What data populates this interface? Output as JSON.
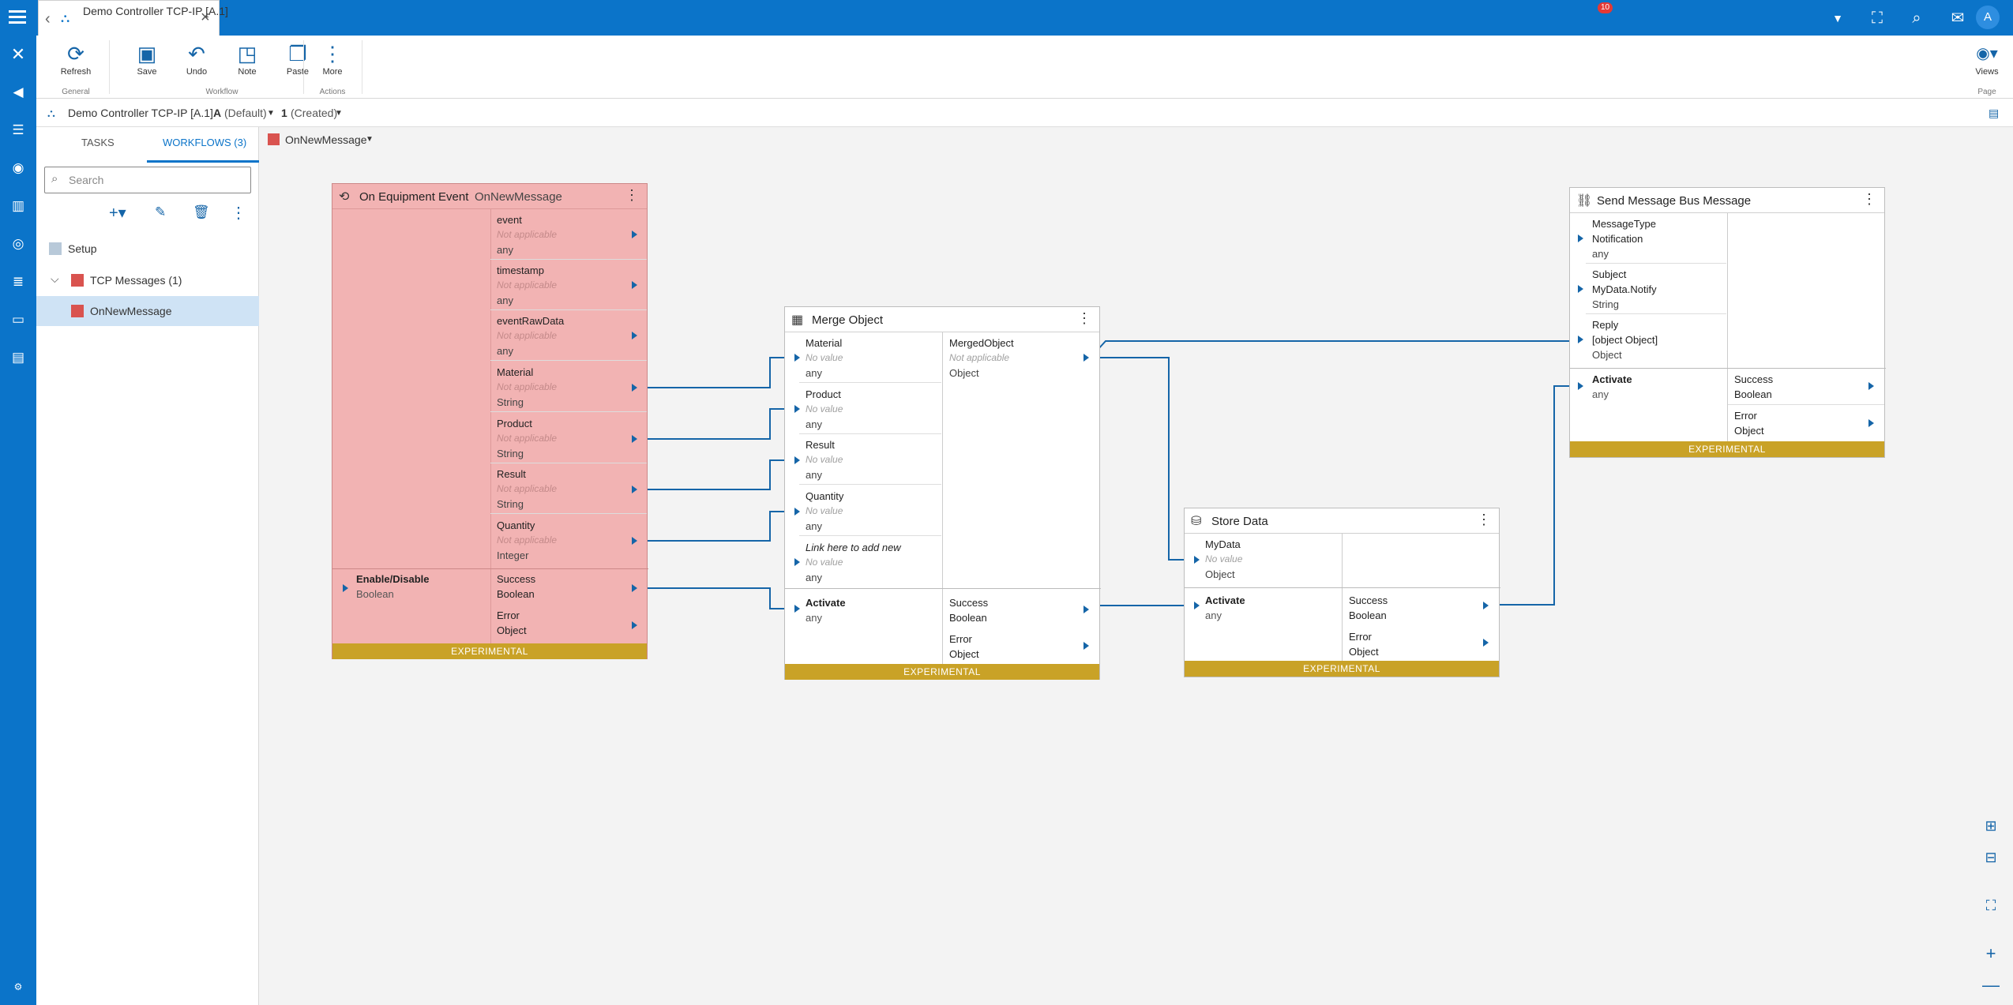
{
  "header": {
    "tab_title": "Demo Controller TCP-IP [A.1]",
    "notification_count": "10",
    "avatar_initial": "A"
  },
  "ribbon": {
    "buttons": [
      {
        "label": "Refresh",
        "icon": "refresh-icon"
      },
      {
        "label": "Save",
        "icon": "save-icon"
      },
      {
        "label": "Undo",
        "icon": "undo-icon"
      },
      {
        "label": "Note",
        "icon": "note-icon"
      },
      {
        "label": "Paste",
        "icon": "paste-icon"
      },
      {
        "label": "More",
        "icon": "more-vertical-icon"
      },
      {
        "label": "Views",
        "icon": "eye-icon"
      }
    ],
    "groups": [
      "General",
      "Workflow",
      "Actions",
      "Page"
    ]
  },
  "breadcrumb": {
    "entity": "Demo Controller TCP-IP [A.1]",
    "version": "A",
    "version_note": "(Default)",
    "revision": "1",
    "revision_note": "(Created)"
  },
  "sidebar": {
    "tabs": [
      "TASKS",
      "WORKFLOWS (3)"
    ],
    "search_placeholder": "Search",
    "tree": [
      {
        "label": "Setup",
        "color": "#b8c9d9"
      },
      {
        "label": "TCP Messages (1)",
        "color": "#d9534f"
      },
      {
        "label": "OnNewMessage",
        "color": "#d9534f"
      }
    ]
  },
  "canvas": {
    "workflow_name": "OnNewMessage"
  },
  "nodes": {
    "equipment_event": {
      "title": "On Equipment Event",
      "subtitle": "OnNewMessage",
      "outputs": [
        {
          "name": "event",
          "value": "Not applicable",
          "type": "any"
        },
        {
          "name": "timestamp",
          "value": "Not applicable",
          "type": "any"
        },
        {
          "name": "eventRawData",
          "value": "Not applicable",
          "type": "any"
        },
        {
          "name": "Material",
          "value": "Not applicable",
          "type": "String"
        },
        {
          "name": "Product",
          "value": "Not applicable",
          "type": "String"
        },
        {
          "name": "Result",
          "value": "Not applicable",
          "type": "String"
        },
        {
          "name": "Quantity",
          "value": "Not applicable",
          "type": "Integer"
        }
      ],
      "activate": {
        "name": "Enable/Disable",
        "type": "Boolean"
      },
      "success": {
        "name": "Success",
        "type": "Boolean"
      },
      "error": {
        "name": "Error",
        "type": "Object"
      },
      "footer": "EXPERIMENTAL"
    },
    "merge_object": {
      "title": "Merge Object",
      "inputs": [
        {
          "name": "Material",
          "value": "No value",
          "type": "any"
        },
        {
          "name": "Product",
          "value": "No value",
          "type": "any"
        },
        {
          "name": "Result",
          "value": "No value",
          "type": "any"
        },
        {
          "name": "Quantity",
          "value": "No value",
          "type": "any"
        },
        {
          "name": "Link here to add new",
          "value": "No value",
          "type": "any"
        }
      ],
      "output": {
        "name": "MergedObject",
        "value": "Not applicable",
        "type": "Object"
      },
      "activate": {
        "name": "Activate",
        "type": "any"
      },
      "success": {
        "name": "Success",
        "type": "Boolean"
      },
      "error": {
        "name": "Error",
        "type": "Object"
      },
      "footer": "EXPERIMENTAL"
    },
    "store_data": {
      "title": "Store Data",
      "input": {
        "name": "MyData",
        "value": "No value",
        "type": "Object"
      },
      "activate": {
        "name": "Activate",
        "type": "any"
      },
      "success": {
        "name": "Success",
        "type": "Boolean"
      },
      "error": {
        "name": "Error",
        "type": "Object"
      },
      "footer": "EXPERIMENTAL"
    },
    "send_message": {
      "title": "Send Message Bus Message",
      "inputs": [
        {
          "name": "MessageType",
          "value": "Notification",
          "type": "any"
        },
        {
          "name": "Subject",
          "value": "MyData.Notify",
          "type": "String"
        },
        {
          "name": "Reply",
          "value": "[object Object]",
          "type": "Object"
        }
      ],
      "activate": {
        "name": "Activate",
        "type": "any"
      },
      "success": {
        "name": "Success",
        "type": "Boolean"
      },
      "error": {
        "name": "Error",
        "type": "Object"
      },
      "footer": "EXPERIMENTAL"
    }
  },
  "colors": {
    "accent": "#0b74c9",
    "event_node": "#f2b3b3",
    "experimental": "#c9a227"
  }
}
